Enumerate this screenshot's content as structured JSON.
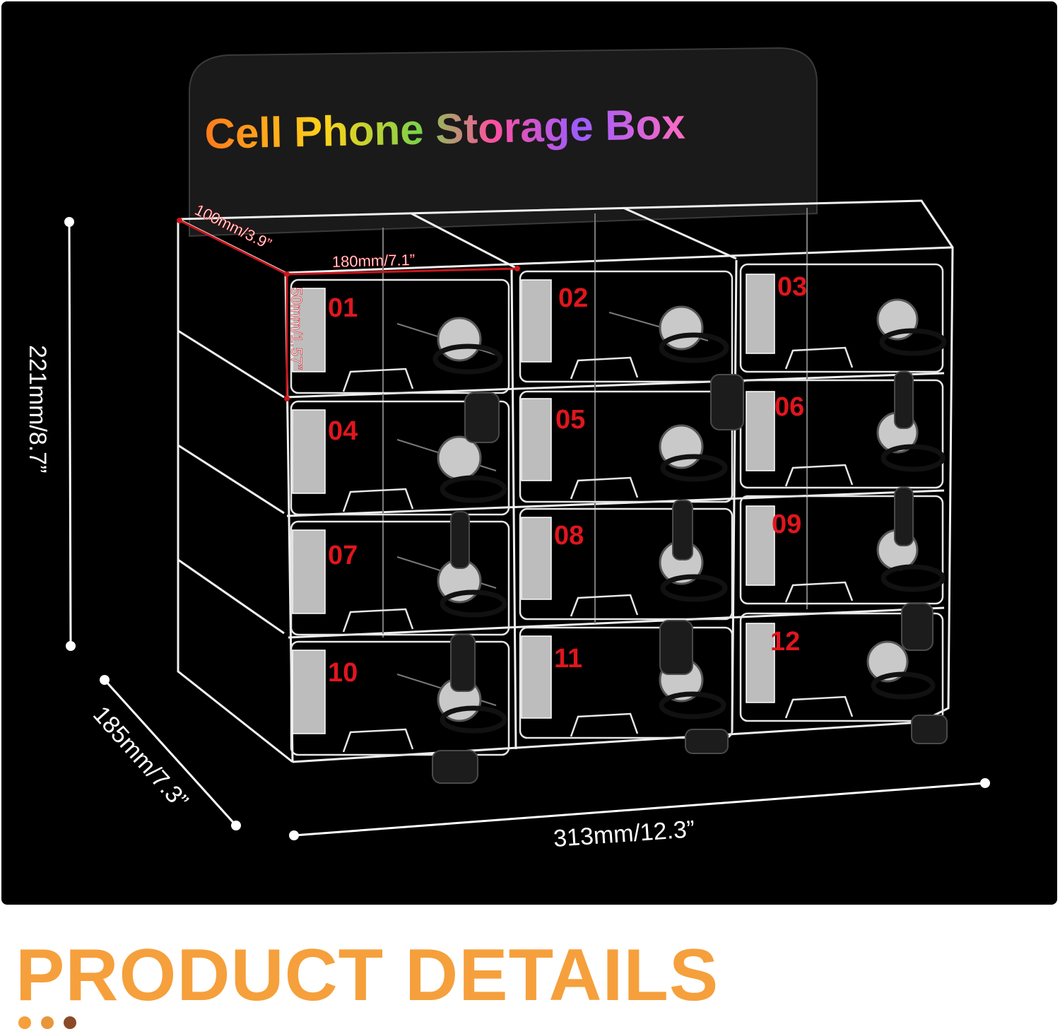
{
  "product": {
    "sign_title": "Cell Phone Storage Box",
    "compartments": [
      "01",
      "02",
      "03",
      "04",
      "05",
      "06",
      "07",
      "08",
      "09",
      "10",
      "11",
      "12"
    ]
  },
  "dimensions": {
    "height": "221mm/8.7”",
    "depth": "185mm/7.3”",
    "width": "313mm/12.3”",
    "compartment_depth": "100mm/3.9”",
    "compartment_width": "180mm/7.1”",
    "compartment_height": "50mm/1.57”"
  },
  "section": {
    "title": "PRODUCT DETAILS"
  },
  "colors": {
    "panel_background": "#000000",
    "compartment_number": "#e0161d",
    "dimension_highlight": "#c8161d",
    "headline": "#f5a03c",
    "dot_colors": [
      "#f5a03c",
      "#e8963a",
      "#8b4a26"
    ]
  }
}
